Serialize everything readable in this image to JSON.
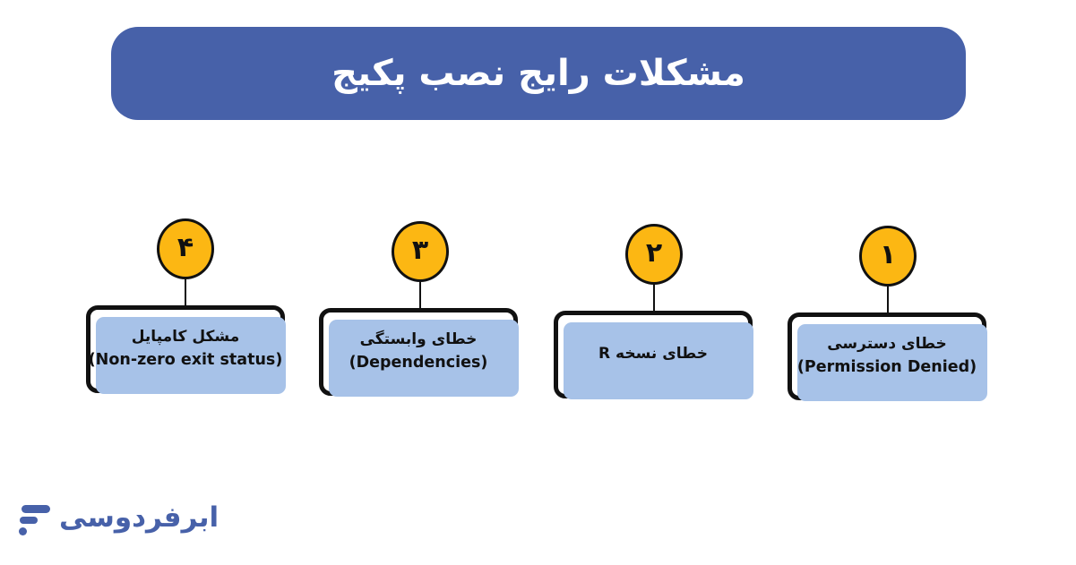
{
  "header": {
    "title": "مشکلات رایج نصب پکیج",
    "background_color": "#4761a9",
    "text_color": "#ffffff"
  },
  "theme": {
    "page_background": "#ffffff",
    "badge_color": "#fcb713",
    "card_fill_color": "#a7c2e8",
    "outline_color": "#111111",
    "brand_color": "#4761a9"
  },
  "cards": [
    {
      "number": "۴",
      "title_fa": "مشکل کامپایل",
      "title_en": "(Non-zero exit status)"
    },
    {
      "number": "۳",
      "title_fa": "خطای وابستگی",
      "title_en": "(Dependencies)"
    },
    {
      "number": "۲",
      "title_fa": "خطای نسخه R",
      "title_en": ""
    },
    {
      "number": "۱",
      "title_fa": "خطای دسترسی",
      "title_en": "(Permission Denied)"
    }
  ],
  "logo": {
    "text": "ابرفردوسی",
    "mark": "three-bars-logo"
  }
}
